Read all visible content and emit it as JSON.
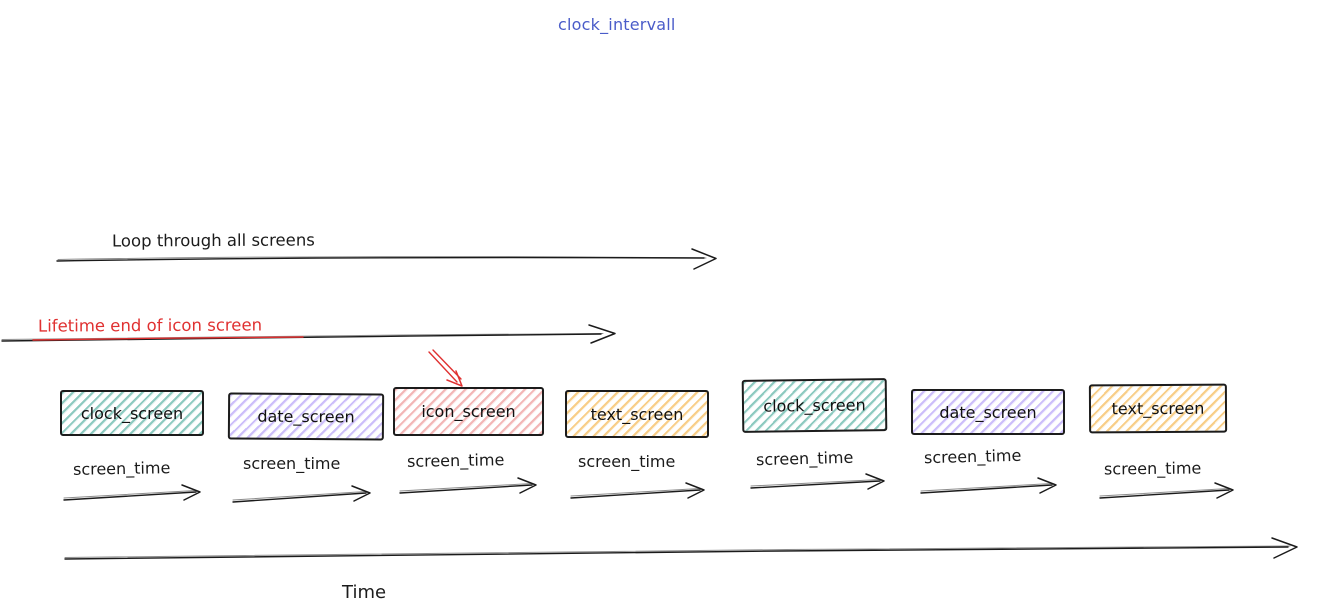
{
  "title": "clock_intervall",
  "annotations": {
    "loop_label": "Loop through all screens",
    "lifetime_label": "Lifetime end of icon screen",
    "screen_time_label": "screen_time",
    "time_label": "Time"
  },
  "screens": [
    {
      "label": "clock_screen",
      "color_name": "teal-green",
      "hatch_color": "#2f9e8c"
    },
    {
      "label": "date_screen",
      "color_name": "violet",
      "hatch_color": "#8663f2"
    },
    {
      "label": "icon_screen",
      "color_name": "red",
      "hatch_color": "#e03131"
    },
    {
      "label": "text_screen",
      "color_name": "orange",
      "hatch_color": "#f0a030"
    },
    {
      "label": "clock_screen",
      "color_name": "teal-green",
      "hatch_color": "#2f9e8c"
    },
    {
      "label": "date_screen",
      "color_name": "violet",
      "hatch_color": "#8663f2"
    },
    {
      "label": "text_screen",
      "color_name": "orange",
      "hatch_color": "#f0a030"
    }
  ],
  "colors": {
    "ink": "#1b1b1b",
    "title_blue": "#4a5cc9",
    "highlight_red": "#e03131"
  }
}
